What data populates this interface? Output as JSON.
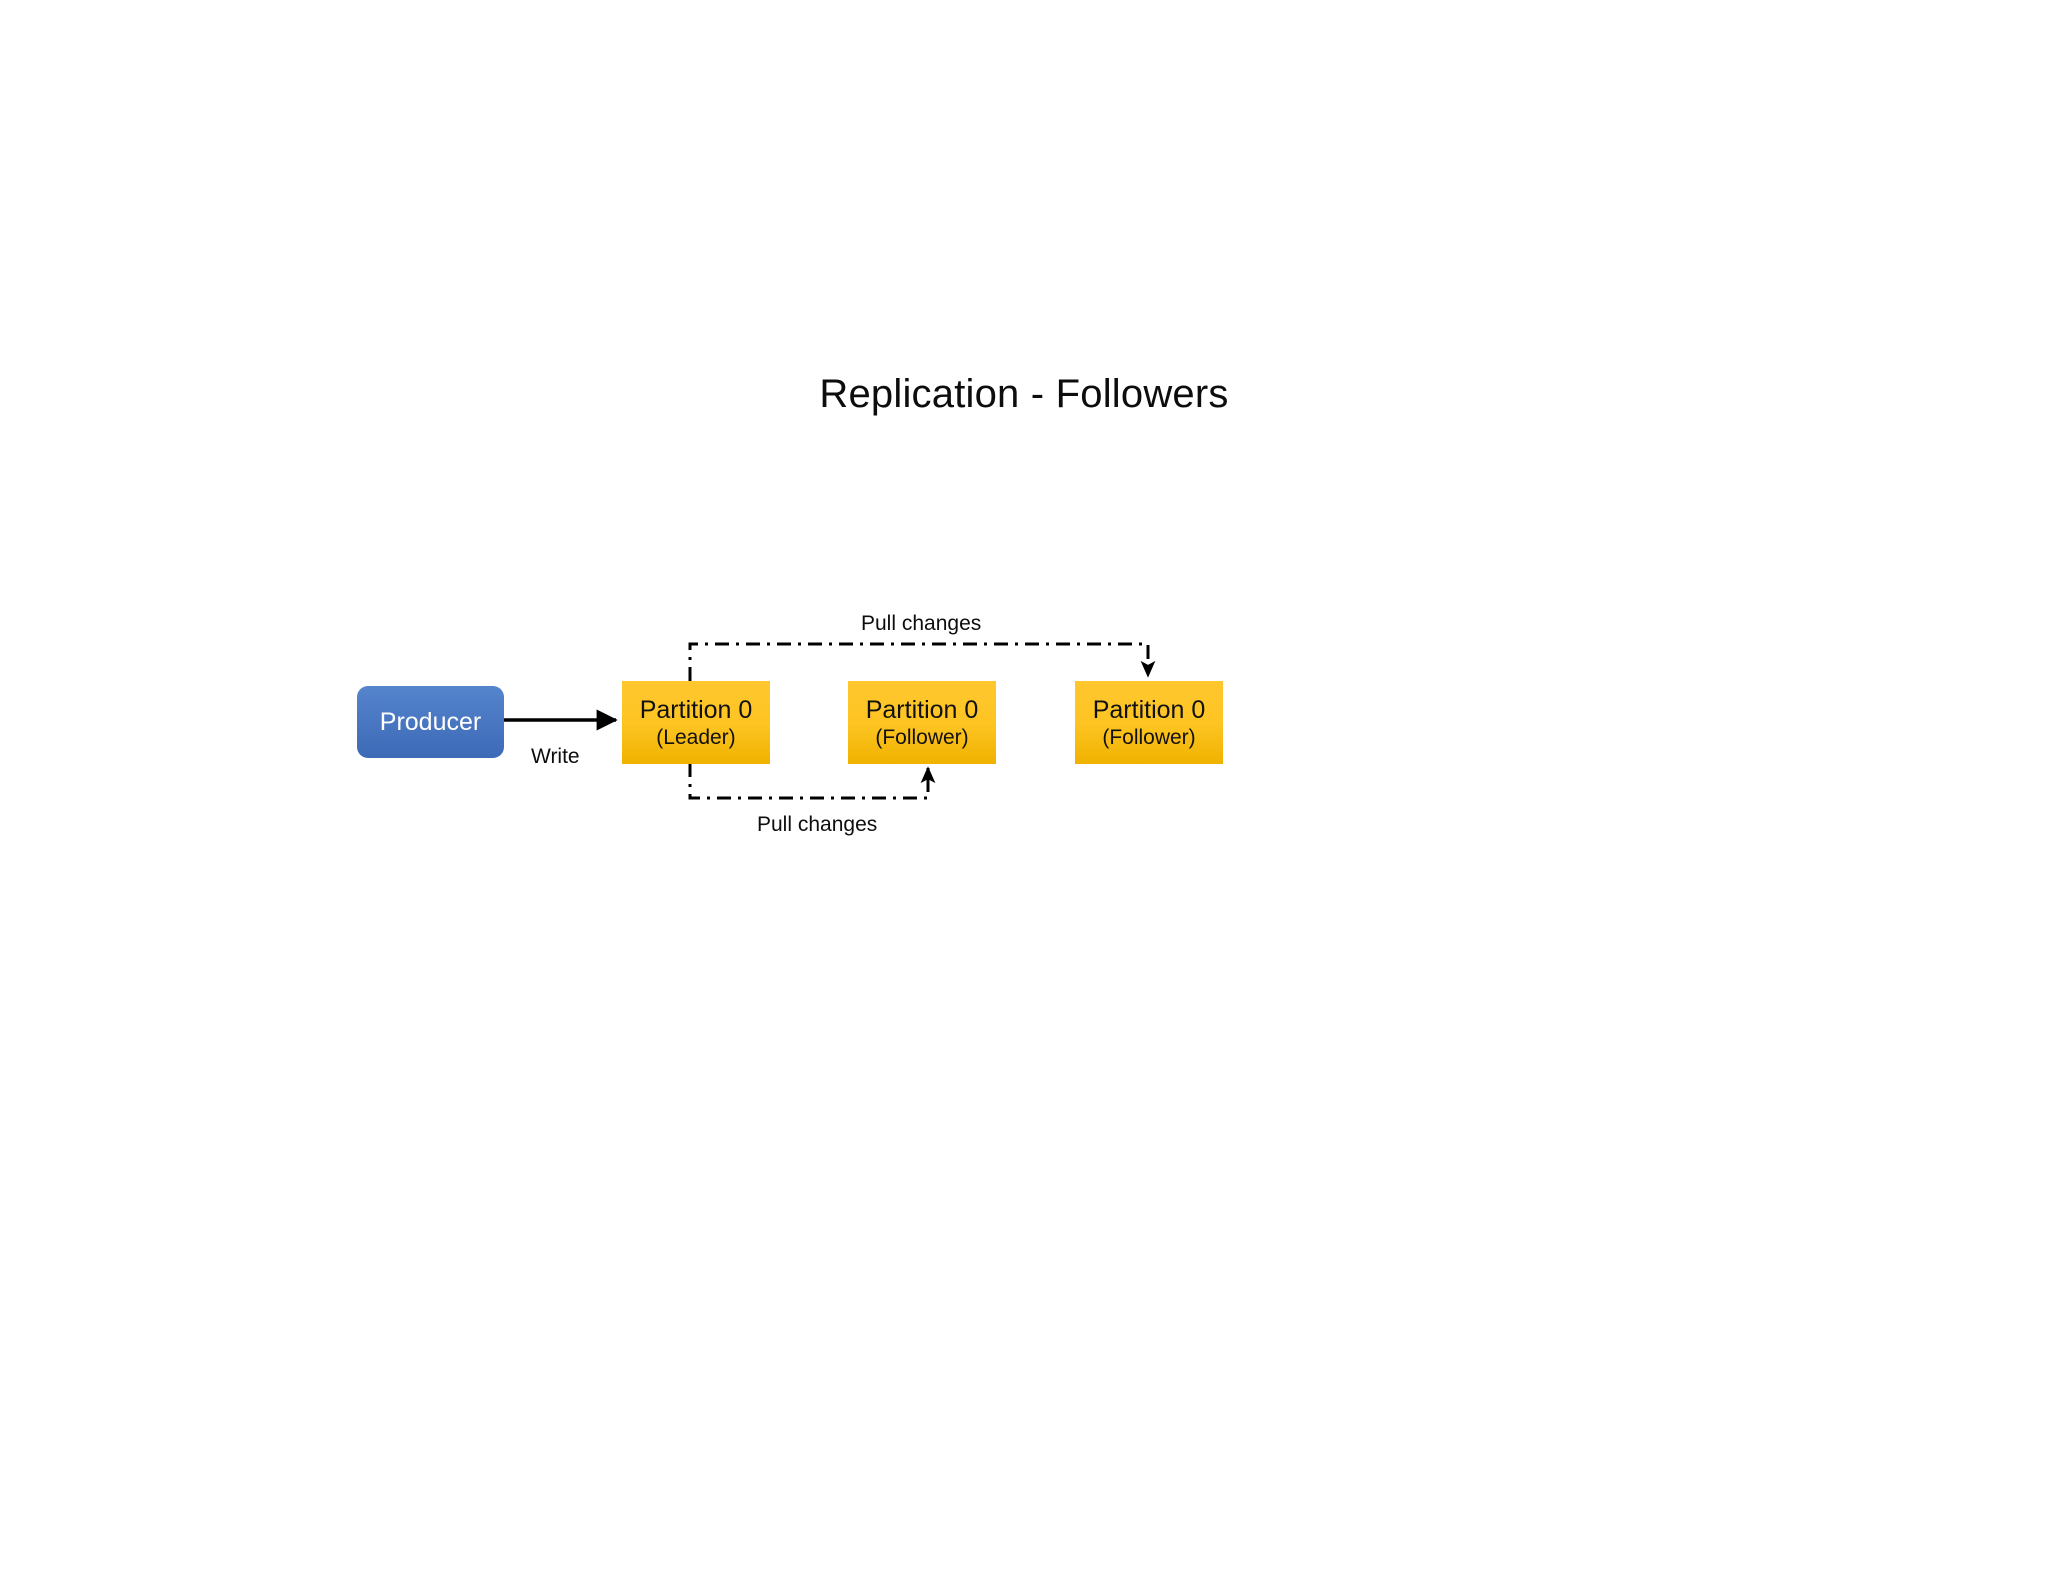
{
  "slide": {
    "title": "Replication - Followers",
    "background_color": "#ffffff"
  },
  "colors": {
    "producer_fill": "#4a78c3",
    "producer_text": "#ffffff",
    "partition_fill": "#fdc422",
    "partition_text": "#111111",
    "connector_stroke": "#000000",
    "title_text": "#0d0d0d"
  },
  "nodes": {
    "producer": {
      "label": "Producer",
      "shape": "rounded-rectangle",
      "fill": "#4a78c3"
    },
    "leader": {
      "label": "Partition 0",
      "role": "(Leader)",
      "shape": "rectangle",
      "fill": "#fdc422"
    },
    "follower_1": {
      "label": "Partition 0",
      "role": "(Follower)",
      "shape": "rectangle",
      "fill": "#fdc422"
    },
    "follower_2": {
      "label": "Partition 0",
      "role": "(Follower)",
      "shape": "rectangle",
      "fill": "#fdc422"
    }
  },
  "edges": {
    "write": {
      "label": "Write",
      "from": "producer",
      "to": "leader",
      "style": "solid",
      "arrow": "end"
    },
    "pull_top": {
      "label": "Pull changes",
      "from": "leader",
      "to": "follower_2",
      "style": "dash-dot",
      "arrow": "end"
    },
    "pull_bottom": {
      "label": "Pull changes",
      "from": "leader",
      "to": "follower_1",
      "style": "dash-dot",
      "arrow": "end"
    }
  }
}
